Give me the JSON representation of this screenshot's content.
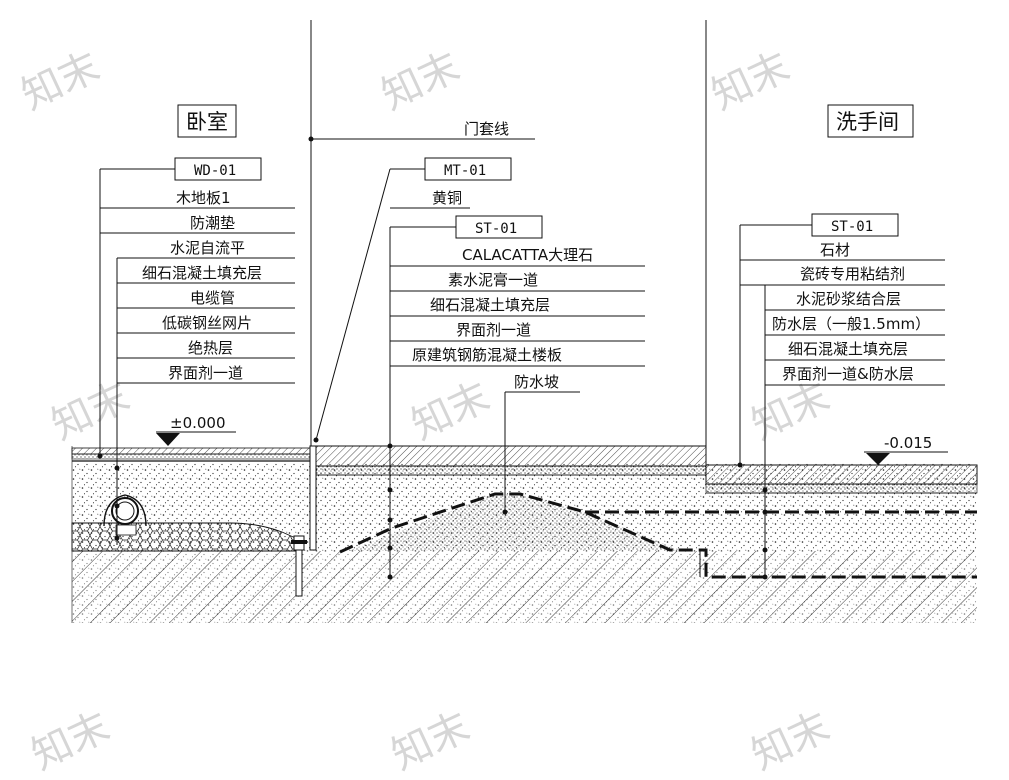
{
  "rooms": {
    "left": "卧室",
    "right": "洗手间"
  },
  "door_line": "门套线",
  "elevations": {
    "left": "±0.000",
    "right": "-0.015"
  },
  "slope_label": "防水坡",
  "groups": {
    "wd": {
      "code": "WD-01",
      "layers": [
        "木地板1",
        "防潮垫",
        "水泥自流平",
        "细石混凝土填充层",
        "电缆管",
        "低碳钢丝网片",
        "绝热层",
        "界面剂一道"
      ]
    },
    "mt": {
      "code": "MT-01",
      "layers": [
        "黄铜"
      ]
    },
    "st_mid": {
      "code": "ST-01",
      "layers": [
        "CALACATTA大理石",
        "素水泥膏一道",
        "细石混凝土填充层",
        "界面剂一道",
        "原建筑钢筋混凝土楼板"
      ]
    },
    "st_right": {
      "code": "ST-01",
      "layers": [
        "石材",
        "瓷砖专用粘结剂",
        "水泥砂浆结合层",
        "防水层（一般1.5mm）",
        "细石混凝土填充层",
        "界面剂一道&防水层"
      ]
    }
  },
  "watermark": "知末"
}
